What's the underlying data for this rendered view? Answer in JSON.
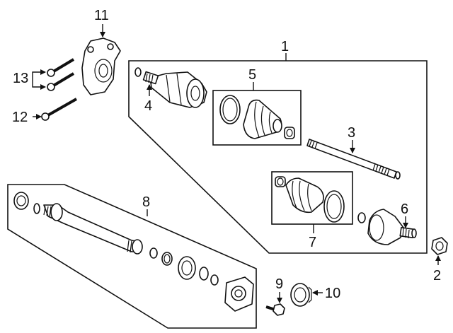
{
  "callouts": {
    "c1": "1",
    "c2": "2",
    "c3": "3",
    "c4": "4",
    "c5": "5",
    "c6": "6",
    "c7": "7",
    "c8": "8",
    "c9": "9",
    "c10": "10",
    "c11": "11",
    "c12": "12",
    "c13": "13"
  },
  "icons": [
    "arrow-icon",
    "bolt-icon",
    "nut-icon",
    "boot-icon",
    "clamp-icon",
    "seal-icon"
  ]
}
